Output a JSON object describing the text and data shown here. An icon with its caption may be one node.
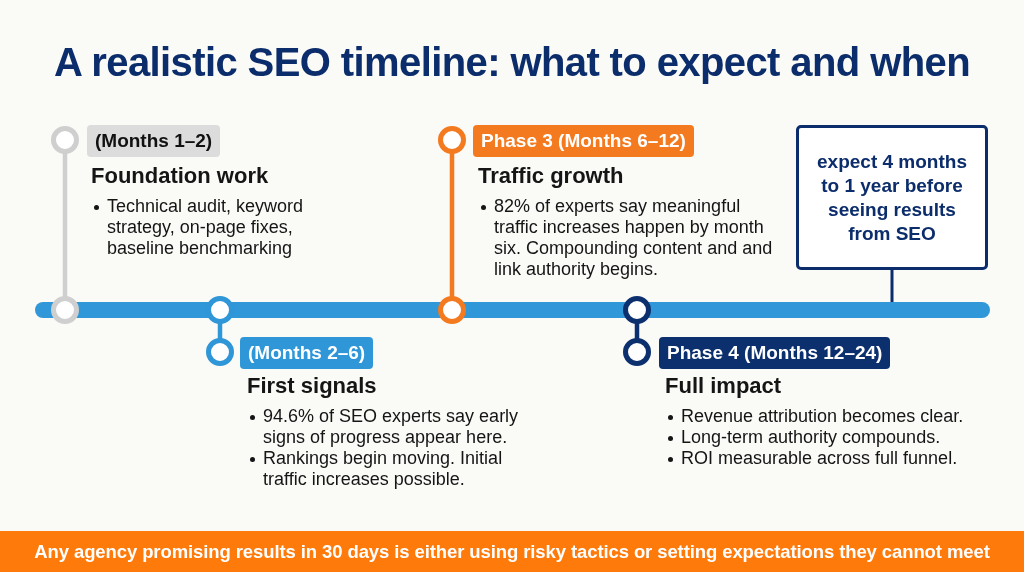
{
  "diagram": {
    "title": "A realistic SEO timeline: what to expect and when",
    "nodes": [
      {
        "text": [
          "(Months 1–2)"
        ],
        "beside": [
          "Foundation work",
          "Technical audit, keyword strategy, on-page fixes, baseline benchmarking"
        ]
      },
      {
        "text": [
          "Phase 3 (Months 6–12)"
        ],
        "beside": [
          "Traffic growth",
          "82% of experts say meaningful traffic increases happen by month six. Compounding content and and link authority begins."
        ]
      },
      {
        "text": [
          "expect 4 months to 1 year before seeing results from SEO"
        ]
      },
      {
        "text": [],
        "shape": "bar"
      },
      {
        "text": [
          "(Months 2–6)"
        ],
        "beside": [
          "First signals",
          "94.6% of SEO experts say early signs of progress appear here.",
          "Rankings begin moving. Initial traffic increases possible."
        ]
      },
      {
        "text": [
          "Phase 4 (Months 12–24)"
        ],
        "beside": [
          "Full impact",
          "Revenue attribution becomes clear.",
          "Long-term authority compounds.",
          "ROI measurable across full funnel."
        ]
      },
      {
        "text": [
          "Any agency promising results in 30 days is either using risky tactics or setting expectations they cannot meet"
        ]
      }
    ],
    "edges": [
      {
        "from": 2,
        "to": 3,
        "arrow": "none"
      }
    ]
  }
}
